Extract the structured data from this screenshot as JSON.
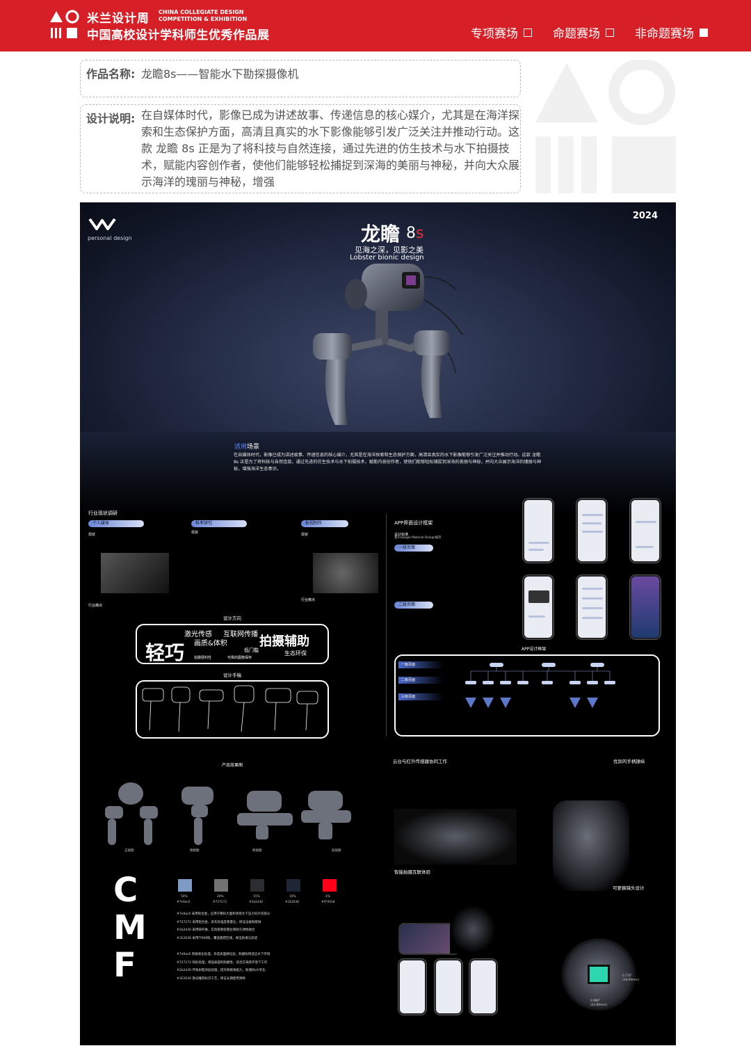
{
  "header": {
    "brand_cn": "米兰设计周",
    "brand_en_line1": "CHINA COLLEGIATE DESIGN",
    "brand_en_line2": "COMPETITION & EXHIBITION",
    "brand_cn_sub": "中国高校设计学科师生优秀作品展",
    "nav": [
      {
        "label": "专项赛场"
      },
      {
        "label": "命题赛场"
      },
      {
        "label": "非命题赛场"
      }
    ],
    "colors": {
      "brand_red": "#d61f26"
    }
  },
  "work": {
    "name_label": "作品名称:",
    "name_value": "龙瞻8s——智能水下勘探摄像机",
    "desc_label": "设计说明:",
    "desc_value": "在自媒体时代，影像已成为讲述故事、传递信息的核心媒介，尤其是在海洋探索和生态保护方面，高清且真实的水下影像能够引发广泛关注并推动行动。这款 龙瞻 8s 正是为了将科技与自然连接，通过先进的仿生技术与水下拍摄技术，赋能内容创作者，使他们能够轻松捕捉到深海的美丽与神秘，并向大众展示海洋的瑰丽与神秘，增强"
  },
  "poster": {
    "brand_text": "personal design",
    "year": "2024",
    "product_title": "龙瞻",
    "product_model_num": "8",
    "product_model_s": "s",
    "slogan": "见海之深，见影之美",
    "subtitle": "Lobster bionic design",
    "scene": {
      "heading_a": "适用",
      "heading_b": "场景",
      "text": "在自媒体时代，影像已成为讲述故事、传递信息的核心媒介，尤其是在海洋探索和生态保护方面，高清且真实的水下影像能够引发广泛关注并推动行动。这款 龙瞻 8s 正是为了将科技与自然连接，通过先进的仿生技术与水下拍摄技术，赋能内容创作者，使他们能够轻松捕捉到深海的美丽与神秘，并向大众展示海洋的瑰丽与神秘，增强海洋生态意识。"
    },
    "research": {
      "title": "行业现状调研",
      "tabs": [
        "个人媒体",
        "科考研究",
        "影视制作"
      ],
      "status_label": "现状",
      "pain_label": "行业痛点"
    },
    "direction": {
      "title": "设计方向",
      "words": {
        "big_left": "轻巧",
        "w1": "激光传感",
        "w2": "互联网传播",
        "w3": "画质&体积",
        "big_right": "拍摄辅助",
        "w4": "低门槛",
        "w5": "生态环保",
        "w6": "拍摄便利性",
        "w7": "可靠的图像保存"
      }
    },
    "sketch": {
      "title": "设计手稿"
    },
    "app": {
      "title": "APP界面设计框架",
      "std_label": "设计标准",
      "std_text": "基于Google Material Design规范",
      "page1": "一级页面",
      "page2": "二级页面",
      "framework_title": "APP设计框架",
      "levels": [
        "一级页面",
        "二级页面",
        "三级页面"
      ]
    },
    "effects": {
      "title": "产品效果图",
      "views": [
        "正视图",
        "侧视图",
        "俯视图",
        "后视图"
      ]
    },
    "gimbal": {
      "title": "云台与红外传感器协同工作"
    },
    "handle": {
      "title": "优异的手柄操纵"
    },
    "lens": {
      "title": "可更换镜头设计",
      "dim1": "0.735\"\n(18.69mm)",
      "dim2": "0.980\"\n(24.89mm)"
    },
    "smart": {
      "title": "智能拍摄互联体验"
    },
    "cmf": {
      "letters": [
        "C",
        "M",
        "F"
      ],
      "swatches": [
        {
          "color": "#7e9ac5",
          "pct": "50%",
          "code": "#7e9ac0"
        },
        {
          "color": "#727272",
          "pct": "20%",
          "code": "#727272"
        },
        {
          "color": "#2b2d30",
          "pct": "15%",
          "code": "#2b2d30"
        },
        {
          "color": "#1e2636",
          "pct": "10%",
          "code": "#1E2636"
        },
        {
          "color": "#ff0018",
          "pct": "4%",
          "code": "#FF0018"
        }
      ],
      "lines": [
        "#7e9ac0  采用钛合金，应用于整机大面积承受水下压力的外壳部分",
        "#727272  采用铝合金，具有高强度重量比，保证设备耐腐蚀",
        "#2b2d30  采用碳纤维，实现极致轻量化和耐久弹性融合",
        "#1E2636  采用TPE材料，覆盖握把区域，保证防滑与舒适",
        "#7e9ac0  阳极氧化处理，形成表面硬化层，耐磨防锈适应水下环境",
        "#727272  喷砂处理，增强表面的耐磨性，适合在海底环境下工作",
        "#2b2d30  环氧树脂涂层处理，提升耐腐蚀能力，防潮抗UV老化",
        "#1E2636  激光雕刻标识工艺，保证长期使用清晰"
      ]
    }
  }
}
